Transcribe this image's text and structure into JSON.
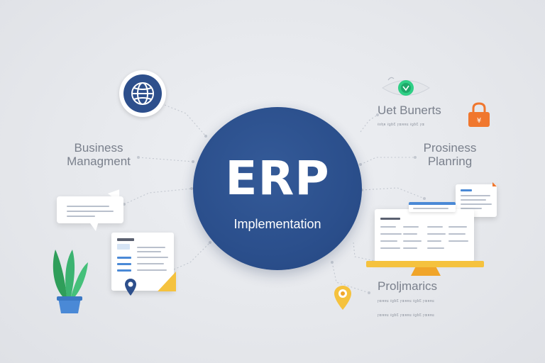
{
  "hub": {
    "title": "ERP",
    "subtitle": "Implementation"
  },
  "labels": {
    "top_left": [
      "Business",
      "Managment"
    ],
    "top_right": "Uet Bunerts",
    "top_right_caption": "ℓoⱨʀ ℓƍɓƐ ɼɶʀɐɕ ℓƍɓƐ ɼɶ",
    "mid_right": [
      "Prosiness",
      "Planring"
    ],
    "bottom_right": "Proljmarics",
    "bottom_right_caption": [
      "ɼɶʀɐɕ ℓƍɓƐ ɼɶʀɐɕ ℓƍɓƐ ɼɶʀɐɕ",
      "ɼɶʀɐɕ ℓƍɓƐ ɼɶʀɐɕ ℓƍɓƐ ɼɶʀɐɕ"
    ]
  },
  "icons": {
    "globe": "globe-icon",
    "eye": "eye-icon",
    "lock": "lock-icon",
    "plant": "plant-icon",
    "pin": "location-pin-icon"
  },
  "colors": {
    "hub": "#2b4f8c",
    "accent_yellow": "#f5c23e",
    "accent_orange": "#f0772e",
    "accent_green": "#3cb371",
    "accent_blue": "#4a89d6",
    "label_gray": "#7a808c"
  }
}
